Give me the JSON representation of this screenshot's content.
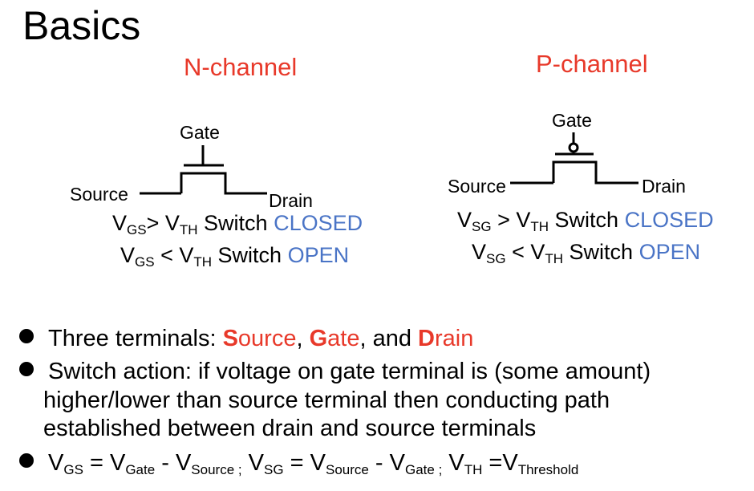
{
  "title": "Basics",
  "n_channel": {
    "heading": "N-channel",
    "gate": "Gate",
    "source": "Source",
    "drain": "Drain",
    "v": "V",
    "sub_gs": "GS",
    "sub_th": "TH",
    "gt": "> ",
    "lt": " < ",
    "switch": " Switch ",
    "closed": "CLOSED",
    "open": "OPEN"
  },
  "p_channel": {
    "heading": "P-channel",
    "gate": "Gate",
    "source": "Source",
    "drain": "Drain",
    "v": "V",
    "sub_sg": "SG",
    "sub_th": "TH",
    "gt": " > ",
    "lt": " < ",
    "switch": "  Switch ",
    "closed": "CLOSED",
    "open": "OPEN"
  },
  "bullets": {
    "b1_pre": "Three terminals:  ",
    "s": "S",
    "ource": "ource",
    "comma1": ", ",
    "g": "G",
    "ate": "ate",
    "comma2": ", and ",
    "d": "D",
    "rain": "rain",
    "b2_line1": "Switch action: if voltage on gate terminal is (some amount)",
    "b2_line2": "higher/lower than source terminal then conducting path",
    "b2_line3": "established between drain and source terminals",
    "v": "V",
    "sub_gs": "GS",
    "eq": " = ",
    "sub_gate": "Gate",
    "minus": " - ",
    "sub_source_semi": "Source ;",
    "sub_source": "Source",
    "sub_gate_semi": "Gate ;",
    "sub_sg": "SG",
    "sub_th": "TH",
    "eqv": " =",
    "sub_threshold": "Threshold"
  }
}
